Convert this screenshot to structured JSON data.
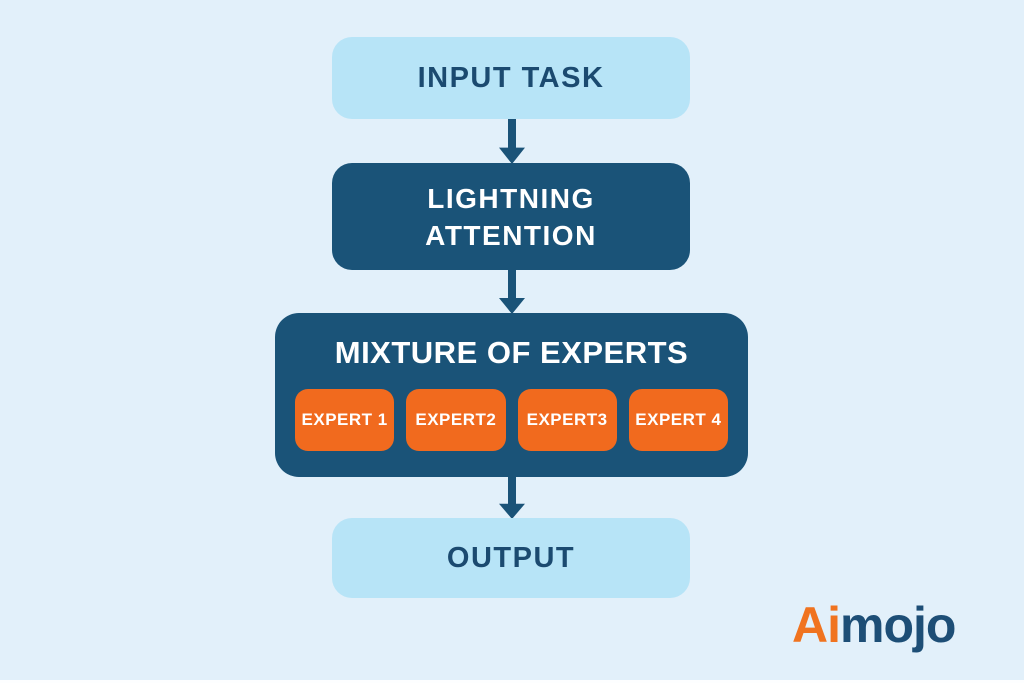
{
  "colors": {
    "bg": "#e2f0fa",
    "light-box": "#b7e4f7",
    "navy": "#1a5378",
    "orange": "#f16a1e",
    "text-dark": "#1b4a70",
    "logo-orange": "#f0731f",
    "logo-navy": "#1d4e76",
    "white": "#ffffff"
  },
  "nodes": {
    "input": {
      "label": "INPUT TASK"
    },
    "attention": {
      "line1": "LIGHTNING",
      "line2": "ATTENTION"
    },
    "moe": {
      "title": "MIXTURE OF EXPERTS",
      "experts": [
        "EXPERT 1",
        "EXPERT2",
        "EXPERT3",
        "EXPERT 4"
      ]
    },
    "output": {
      "label": "OUTPUT"
    }
  },
  "icons": {
    "arrow-down": "▼"
  },
  "logo": {
    "prefix": "Ai",
    "suffix": "mojo"
  }
}
